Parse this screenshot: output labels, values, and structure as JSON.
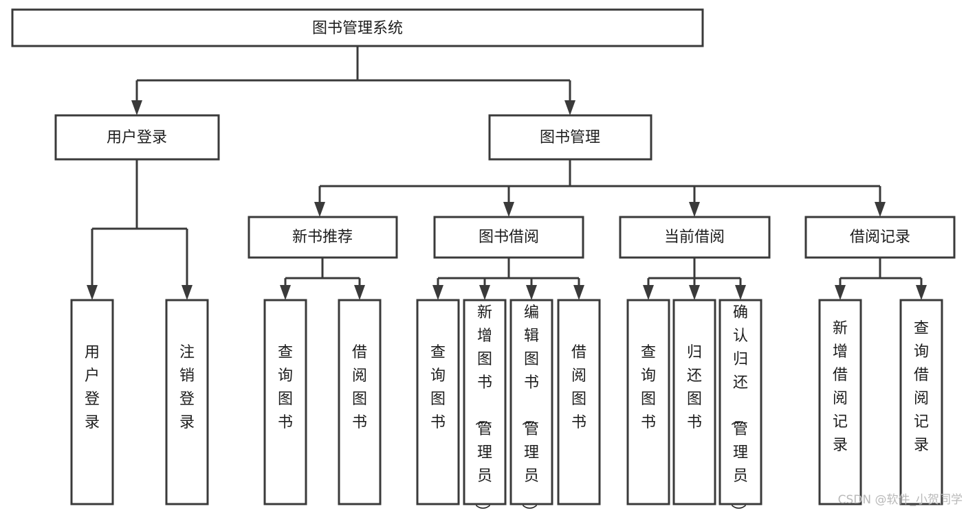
{
  "diagram": {
    "title": "图书管理系统",
    "type": "hierarchy-tree",
    "levels": {
      "root": {
        "label": "图书管理系统"
      },
      "level2": [
        {
          "id": "user-login",
          "label": "用户登录"
        },
        {
          "id": "book-management",
          "label": "图书管理"
        }
      ],
      "level3": [
        {
          "id": "new-book-recommend",
          "label": "新书推荐",
          "parent": "book-management"
        },
        {
          "id": "book-borrow",
          "label": "图书借阅",
          "parent": "book-management"
        },
        {
          "id": "current-borrow",
          "label": "当前借阅",
          "parent": "book-management"
        },
        {
          "id": "borrow-record",
          "label": "借阅记录",
          "parent": "book-management"
        }
      ],
      "leaves": {
        "user-login": [
          {
            "id": "leaf-user-login",
            "label": "用户登录"
          },
          {
            "id": "leaf-user-logout",
            "label": "注销登录"
          }
        ],
        "new-book-recommend": [
          {
            "id": "leaf-query-book-1",
            "label": "查询图书"
          },
          {
            "id": "leaf-borrow-book-1",
            "label": "借阅图书"
          }
        ],
        "book-borrow": [
          {
            "id": "leaf-query-book-2",
            "label": "查询图书"
          },
          {
            "id": "leaf-add-book",
            "label": "新增图书（管理员）"
          },
          {
            "id": "leaf-edit-book",
            "label": "编辑图书（管理员）"
          },
          {
            "id": "leaf-borrow-book-2",
            "label": "借阅图书"
          }
        ],
        "current-borrow": [
          {
            "id": "leaf-query-book-3",
            "label": "查询图书"
          },
          {
            "id": "leaf-return-book",
            "label": "归还图书"
          },
          {
            "id": "leaf-confirm-return",
            "label": "确认归还（管理员）"
          }
        ],
        "borrow-record": [
          {
            "id": "leaf-add-record",
            "label": "新增借阅记录"
          },
          {
            "id": "leaf-query-record",
            "label": "查询借阅记录"
          }
        ]
      }
    },
    "colors": {
      "box_stroke": "#3a3a3a",
      "box_fill": "#ffffff",
      "text": "#1d1d1d",
      "connector": "#3a3a3a",
      "watermark": "#b9b9b9",
      "background": "#ffffff"
    }
  },
  "watermark": {
    "text": "CSDN @软件_小贺同学"
  }
}
